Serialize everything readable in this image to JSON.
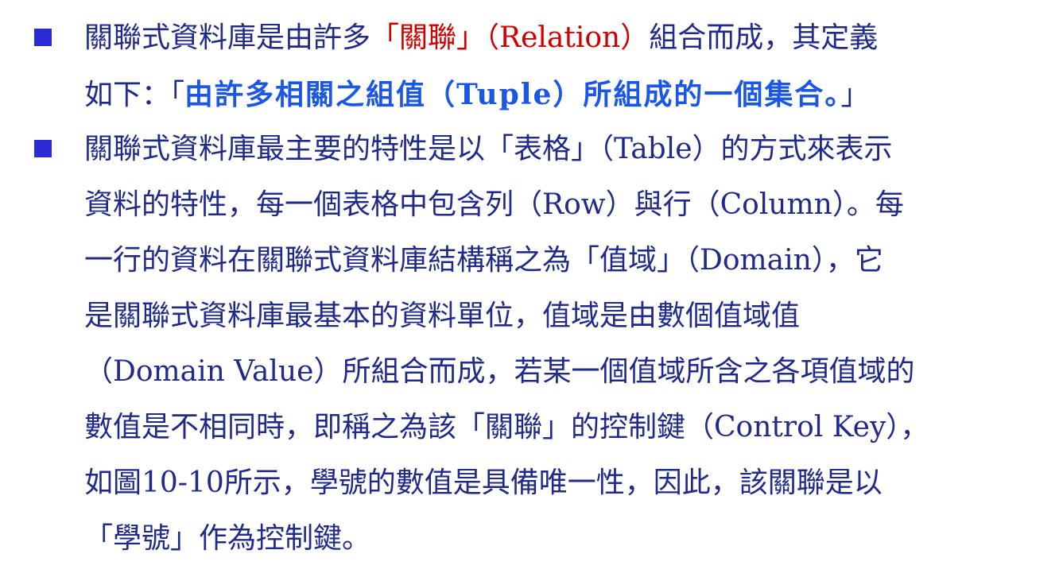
{
  "paragraphs": [
    {
      "lines": [
        {
          "a": "關聯式資料庫是由許多",
          "b": "「關聯」（Relation）",
          "c": "組合而成，其定義"
        },
        {
          "a": "如下：「",
          "b": "由許多相關之組值（Tuple）所組成的一個集合。",
          "c": "」"
        }
      ]
    },
    {
      "lines": [
        "關聯式資料庫最主要的特性是以「表格」（Table）的方式來表示",
        "資料的特性，每一個表格中包含列（Row）與行（Column）。每",
        "一行的資料在關聯式資料庫結構稱之為「值域」（Domain），它",
        "是關聯式資料庫最基本的資料單位，值域是由數個值域值",
        "（Domain Value）所組合而成，若某一個值域所含之各項值域的",
        "數值是不相同時，即稱之為該「關聯」的控制鍵（Control Key），",
        "如圖10-10所示，學號的數值是具備唯一性，因此，該關聯是以",
        "「學號」作為控制鍵。"
      ]
    }
  ],
  "colors": {
    "text": "#1f2a8a",
    "highlight_red": "#d10000",
    "highlight_blue": "#1a57e6",
    "bullet": "#2b2bd6"
  }
}
